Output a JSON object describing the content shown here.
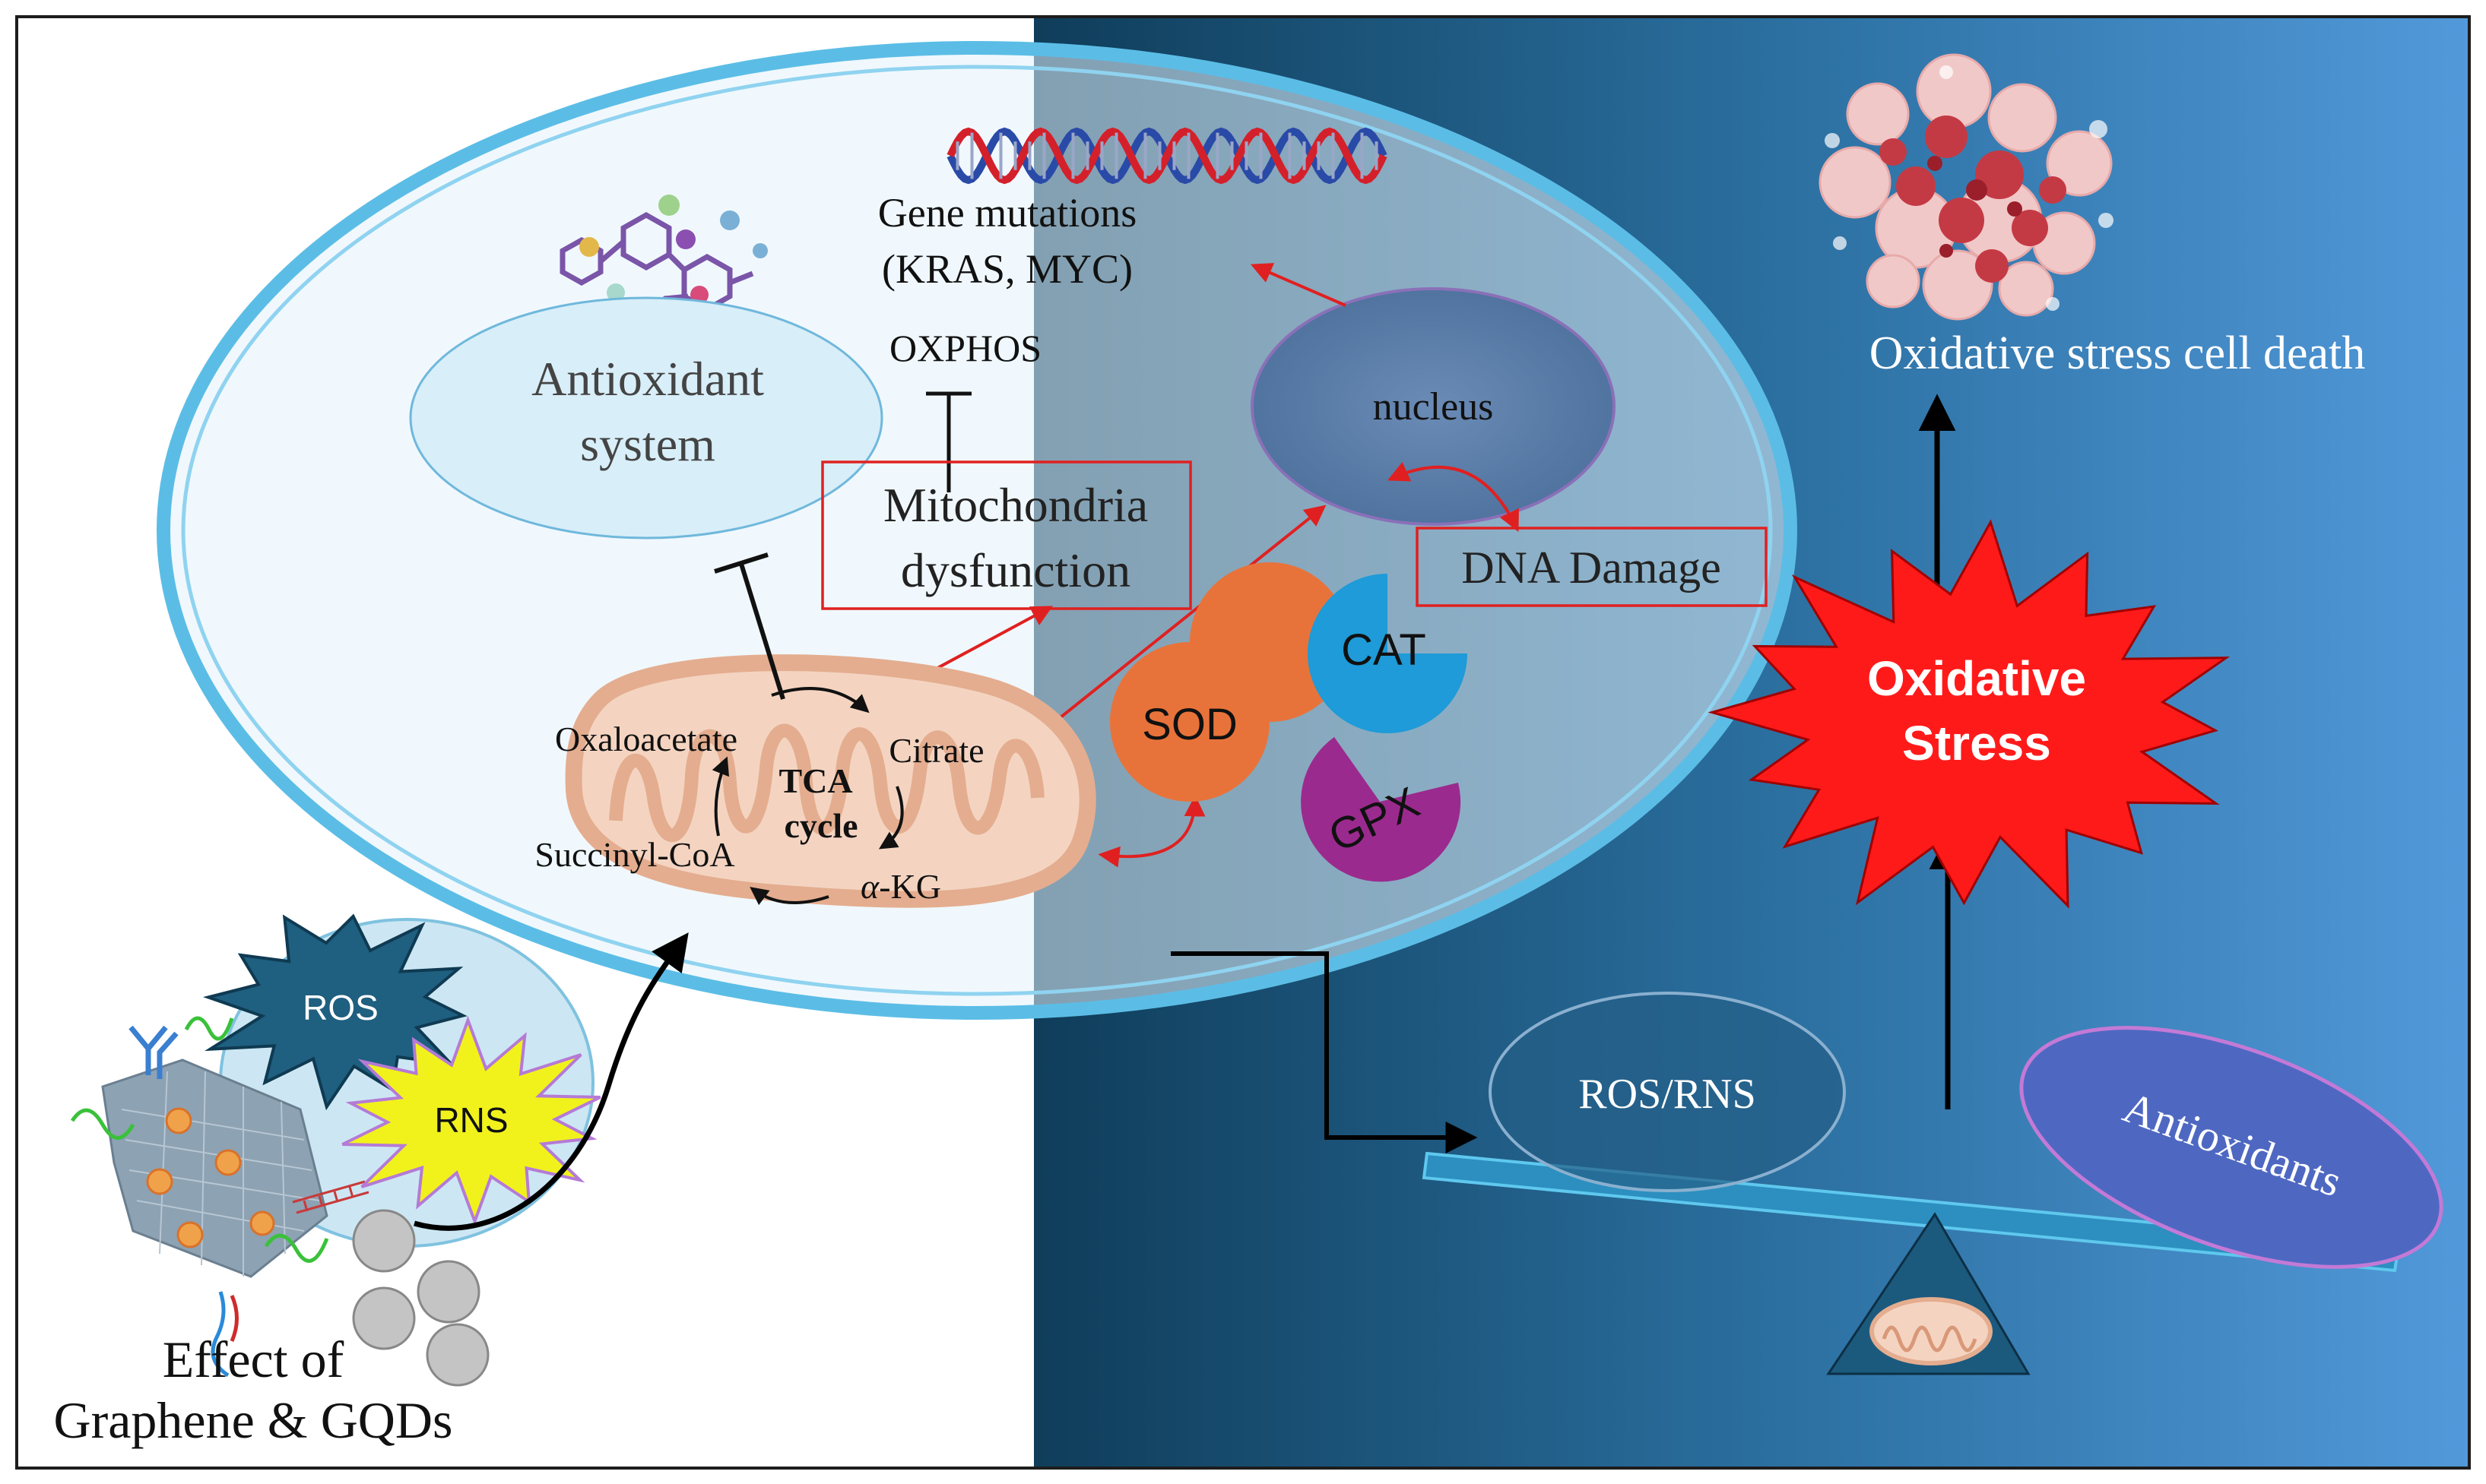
{
  "labels": {
    "gene_mutations_line1": "Gene mutations",
    "gene_mutations_line2": "(KRAS, MYC)",
    "oxphos": "OXPHOS",
    "antioxidant_line1": "Antioxidant",
    "antioxidant_line2": "system",
    "nucleus": "nucleus",
    "mito_dysfunction_line1": "Mitochondria",
    "mito_dysfunction_line2": "dysfunction",
    "dna_damage": "DNA Damage",
    "oxaloacetate": "Oxaloacetate",
    "citrate": "Citrate",
    "tca_line1": "TCA",
    "tca_line2": "cycle",
    "succinyl_coa": "Succinyl-CoA",
    "akg_alpha": "α",
    "akg_rest": "-KG",
    "sod": "SOD",
    "cat": "CAT",
    "gpx": "GPX",
    "ros": "ROS",
    "rns": "RNS",
    "effect_line1": "Effect of",
    "effect_line2": "Graphene & GQDs",
    "oxidative_death": "Oxidative stress cell death",
    "oxidative_stress_line1": "Oxidative",
    "oxidative_stress_line2": "Stress",
    "ros_rns": "ROS/RNS",
    "antioxidants": "Antioxidants"
  },
  "colors": {
    "right_panel_dark": "#0f3d5a",
    "right_panel_light": "#5199da",
    "cell_border": "#5bbde6",
    "highlight_box": "#e02020",
    "arrow_red": "#e02020",
    "sod": "#e8733a",
    "cat": "#1e9bd8",
    "gpx": "#9b2a8e",
    "ros_star": "#1f5f80",
    "rns_star": "#f1f21c",
    "stress_star": "#ff1a1a",
    "mitochondria": "#e9b79c"
  }
}
